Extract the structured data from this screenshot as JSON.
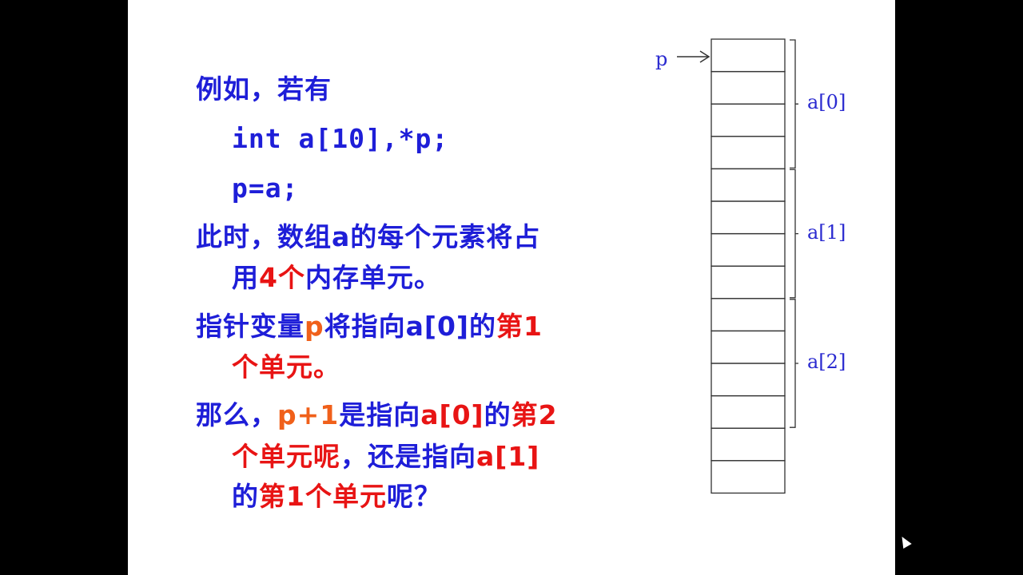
{
  "colors": {
    "blue": "#1e1ed8",
    "red": "#e81414",
    "orange": "#f0601a",
    "line": "#333333"
  },
  "lines": [
    {
      "indent": false,
      "mono": false,
      "segments": [
        {
          "text": "例如，若有",
          "color": "blue"
        }
      ]
    },
    {
      "indent": true,
      "mono": true,
      "segments": [
        {
          "text": "int a[10],*p;",
          "color": "blue"
        }
      ]
    },
    {
      "indent": true,
      "mono": true,
      "segments": [
        {
          "text": "p=a;",
          "color": "blue"
        }
      ]
    },
    {
      "indent": false,
      "mono": false,
      "segments": [
        {
          "text": "此时，数组",
          "color": "blue"
        },
        {
          "text": "a",
          "color": "blue"
        },
        {
          "text": "的每个元素将占",
          "color": "blue"
        }
      ]
    },
    {
      "indent": true,
      "mono": false,
      "segments": [
        {
          "text": "用",
          "color": "blue"
        },
        {
          "text": "4个",
          "color": "red"
        },
        {
          "text": "内存单元。",
          "color": "blue"
        }
      ]
    },
    {
      "indent": false,
      "mono": false,
      "segments": [
        {
          "text": "指针变量",
          "color": "blue"
        },
        {
          "text": "p",
          "color": "orange"
        },
        {
          "text": "将指向a[0]的",
          "color": "blue"
        },
        {
          "text": "第1",
          "color": "red"
        }
      ]
    },
    {
      "indent": true,
      "mono": false,
      "segments": [
        {
          "text": "个单元。",
          "color": "red"
        }
      ]
    },
    {
      "indent": false,
      "mono": false,
      "segments": [
        {
          "text": "那么，",
          "color": "blue"
        },
        {
          "text": "p+1",
          "color": "orange"
        },
        {
          "text": "是指向",
          "color": "blue"
        },
        {
          "text": "a[0]",
          "color": "red"
        },
        {
          "text": "的",
          "color": "blue"
        },
        {
          "text": "第2",
          "color": "red"
        }
      ]
    },
    {
      "indent": true,
      "mono": false,
      "segments": [
        {
          "text": "个单元呢",
          "color": "red"
        },
        {
          "text": "，还是指向",
          "color": "blue"
        },
        {
          "text": "a[1]",
          "color": "red"
        }
      ]
    },
    {
      "indent": true,
      "mono": false,
      "segments": [
        {
          "text": "的",
          "color": "blue"
        },
        {
          "text": "第1个单元",
          "color": "red"
        },
        {
          "text": "呢？",
          "color": "blue"
        }
      ]
    }
  ],
  "diagram": {
    "pointer_label": "p",
    "cell_count": 14,
    "groups": [
      {
        "label": "a[0]",
        "cells": 4
      },
      {
        "label": "a[1]",
        "cells": 4
      },
      {
        "label": "a[2]",
        "cells": 4
      }
    ]
  }
}
